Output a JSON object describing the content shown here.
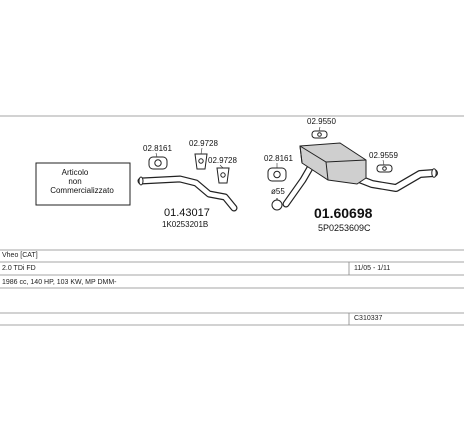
{
  "notice": {
    "line1": "Articolo",
    "line2": "non",
    "line3": "Commercializzato"
  },
  "parts": {
    "bracket_a": "02.8161",
    "bracket_b": "02.9728",
    "bracket_c": "02.9728",
    "bracket_d": "02.8161",
    "clamp_diameter": "ø55",
    "hanger_top": "02.9550",
    "hanger_right": "02.9559",
    "pipe_number": "01.43017",
    "pipe_oe": "1K0253201B",
    "muffler_number": "01.60698",
    "muffler_oe": "5P0253609C"
  },
  "vehicle": {
    "model": "Vheo [CAT]",
    "engine": "2.0 TDi FD",
    "years": "11/05 - 1/11",
    "specs": "1986 cc, 140 HP, 103 KW, MP DMM-",
    "catalog_code": "C310337"
  }
}
